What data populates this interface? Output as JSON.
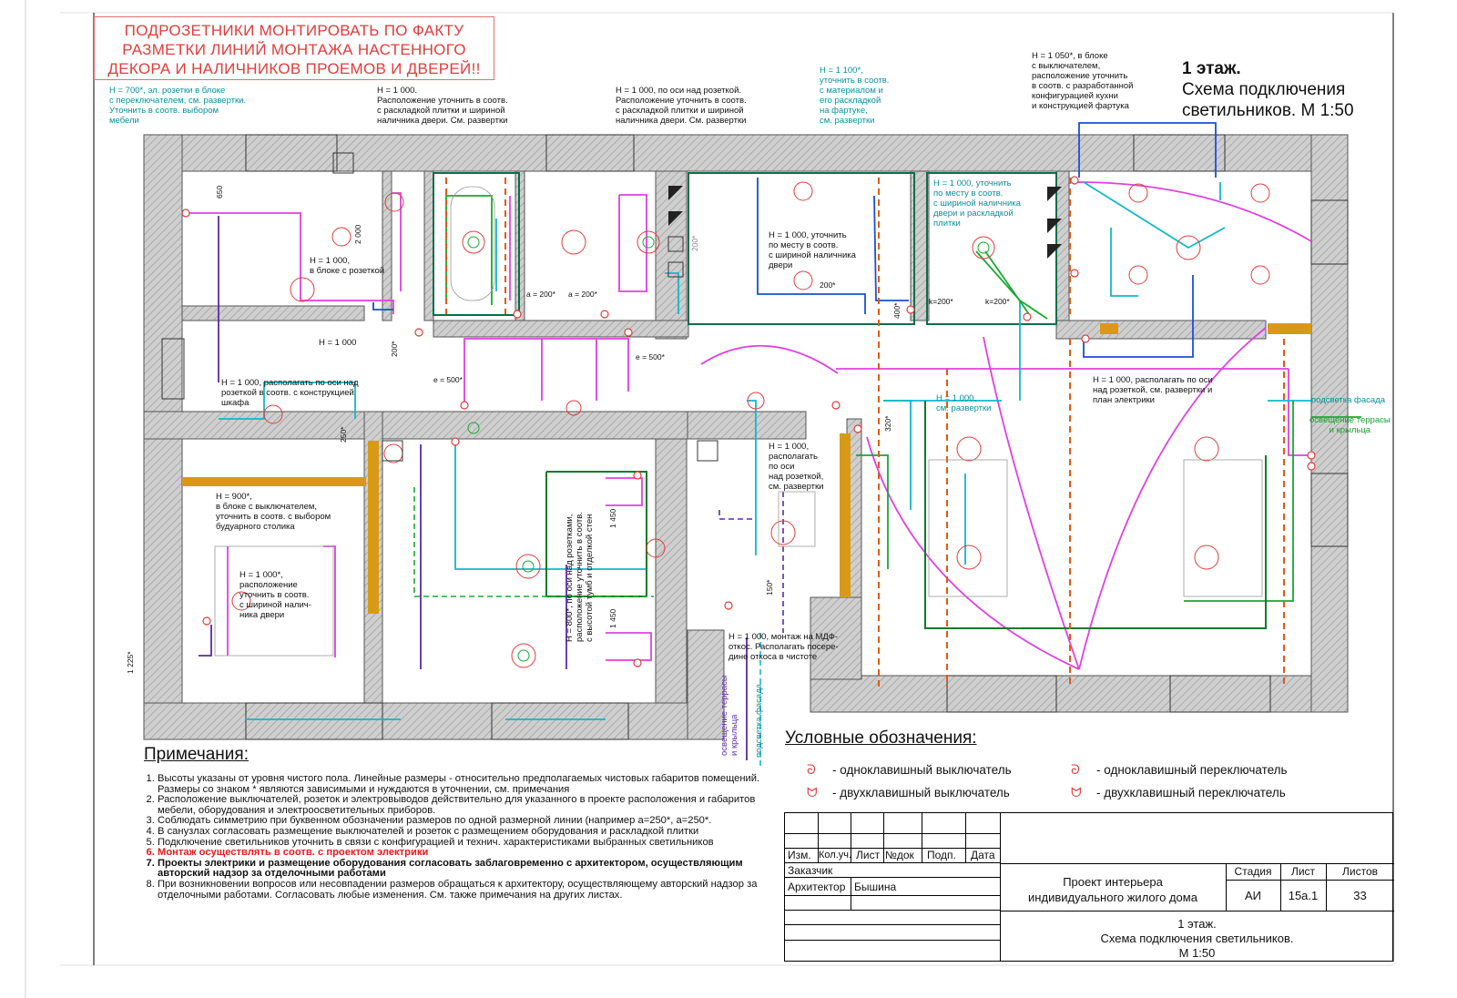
{
  "warning": {
    "lines": [
      "ПОДРОЗЕТНИКИ МОНТИРОВАТЬ ПО ФАКТУ",
      "РАЗМЕТКИ ЛИНИЙ МОНТАЖА НАСТЕННОГО",
      "ДЕКОРА И НАЛИЧНИКОВ ПРОЕМОВ И ДВЕРЕЙ!!"
    ]
  },
  "title": {
    "floor": "1 этаж.",
    "line1": "Схема подключения",
    "line2": "светильников. М 1:50"
  },
  "annotations": {
    "a1": "H = 700*, эл. розетки в блоке\nс переключателем, см. развертки.\nУточнить в соотв. выбором\nмебели",
    "a2": "H = 1 000.\nРасположение уточнить в соотв.\nс раскладкой плитки и шириной\nналичника двери. См. развертки",
    "a3": "H = 1 000, по оси над розеткой.\nРасположение уточнить в соотв.\nс раскладкой плитки и шириной\nналичника двери. См. развертки",
    "a4": "H = 1 100*,\nуточнить в соотв.\nс материалом и\nего раскладкой\nна фартуке,\nсм. развертки",
    "a5": "H = 1 050*, в блоке\nс выключателем,\nрасположение уточнить\nв соотв. с разработанной\nконфигурацией кухни\nи конструкцией фартука",
    "a6": "H = 1 000,\nв блоке с розеткой",
    "a7": "H = 1 000",
    "a8": "H = 1 000, располагать по оси над\nрозеткой в соотв. с конструкцией\nшкафа",
    "a9": "H = 1 000, уточнить\nпо месту в соотв.\nс шириной наличника\nдвери",
    "a10": "H = 1 000, уточнить\nпо месту в соотв.\nс шириной наличника\nдвери и раскладкой\nплитки",
    "a11": "H = 1 000, располагать по оси\nнад розеткой, см. развертки и\nплан электрики",
    "a12": "H = 1 000,\nсм. развертки",
    "a13": "H = 1 000,\nрасполагать\nпо оси\nнад розеткой,\nсм. развертки",
    "a14": "H = 900*,\nв блоке с выключателем,\nуточнить в соотв. с выбором\nбудуарного столика",
    "a15": "H = 1 000*,\nрасположение\nуточнить в соотв.\nс шириной налич-\nника двери",
    "a16": "H = 1 000, монтаж на МДФ-\nоткос. Располагать посере-\nдине откоса в чистоте",
    "a17": "H = 800*, по оси над розетками,\nрасположение уточнить в соотв.\nс высотой тумб и отделкой стен",
    "a18": "подсветка фасада",
    "a19": "освещение террасы\nи крыльца",
    "a20": "освещение террасы\nи крыльца",
    "a21": "подсветка фасада"
  },
  "dimensions": {
    "d650": "650",
    "d2000": "2 000",
    "d200a": "a = 200*",
    "d200b": "a = 200*",
    "d200c": "200*",
    "d500a": "e = 500*",
    "d500b": "e = 500*",
    "d250": "250*",
    "d200d": "200*",
    "d320": "320*",
    "k1": "k=200*",
    "k2": "k=200*",
    "d400": "400*",
    "d1450a": "1 450",
    "d1450b": "1 450",
    "d1225": "1 225*",
    "d150": "150*",
    "d20": "200*"
  },
  "notes": {
    "heading": "Примечания:",
    "items": [
      "Высоты указаны от уровня чистого пола. Линейные размеры - относительно предполагаемых чистовых габаритов помещений. Размеры со знаком * являются зависимыми и нуждаются в уточнении, см. примечания",
      "Расположение выключателей, розеток и электровыводов действительно для указанного в проекте расположения и габаритов мебели, оборудования и электроосветительных приборов.",
      "Соблюдать симметрию при буквенном обозначении размеров по одной размерной линии (например а=250*, а=250*.",
      "В санузлах согласовать размещение выключателей и розеток с размещением оборудования и раскладкой плитки",
      "Подключение светильников уточнить в связи с конфигурацией и технич. характеристиками выбранных светильников",
      "Монтаж осуществлять в соотв. с проектом электрики",
      "Проекты электрики и размещение оборудования согласовать заблаговременно с архитектором, осуществляющим авторский надзор за отделочными работами",
      "При возникновении вопросов или несовпадении размеров обращаться к архитектору, осуществляющему авторский надзор за отделочными работами. Согласовать любые изменения. См. также примечания на других листах."
    ]
  },
  "legend": {
    "heading": "Условные обозначения:",
    "items": [
      {
        "symbol": "ᘐ",
        "label": "- одноклавишный выключатель"
      },
      {
        "symbol": "ᘐ",
        "label": "- одноклавишный переключатель"
      },
      {
        "symbol": "ᗢ",
        "label": "- двухклавишный выключатель"
      },
      {
        "symbol": "ᗢ",
        "label": "- двухклавишный переключатель"
      }
    ]
  },
  "stamp": {
    "cols": [
      "Изм.",
      "Кол.уч.",
      "Лист",
      "№док",
      "Подп.",
      "Дата"
    ],
    "customer_label": "Заказчик",
    "architect_label": "Архитектор",
    "architect_name": "Бышина",
    "project": "Проект интерьера\nиндивидуального жилого дома",
    "stage_label": "Стадия",
    "sheet_label": "Лист",
    "sheets_label": "Листов",
    "stage": "АИ",
    "sheet": "15а.1",
    "sheets": "33",
    "sheet_title": "1 этаж.\nСхема подключения светильников.\nМ 1:50"
  },
  "colors": {
    "wall": "#bdbdbd",
    "magenta": "#e040e0",
    "teal": "#10b8c8",
    "green": "#18a832",
    "darkgreen": "#0b7a2a",
    "blue": "#1a4fd6",
    "purple": "#5a2aa8",
    "orange": "#e05a10",
    "red": "#e23b3b",
    "wood": "#d89a16"
  }
}
